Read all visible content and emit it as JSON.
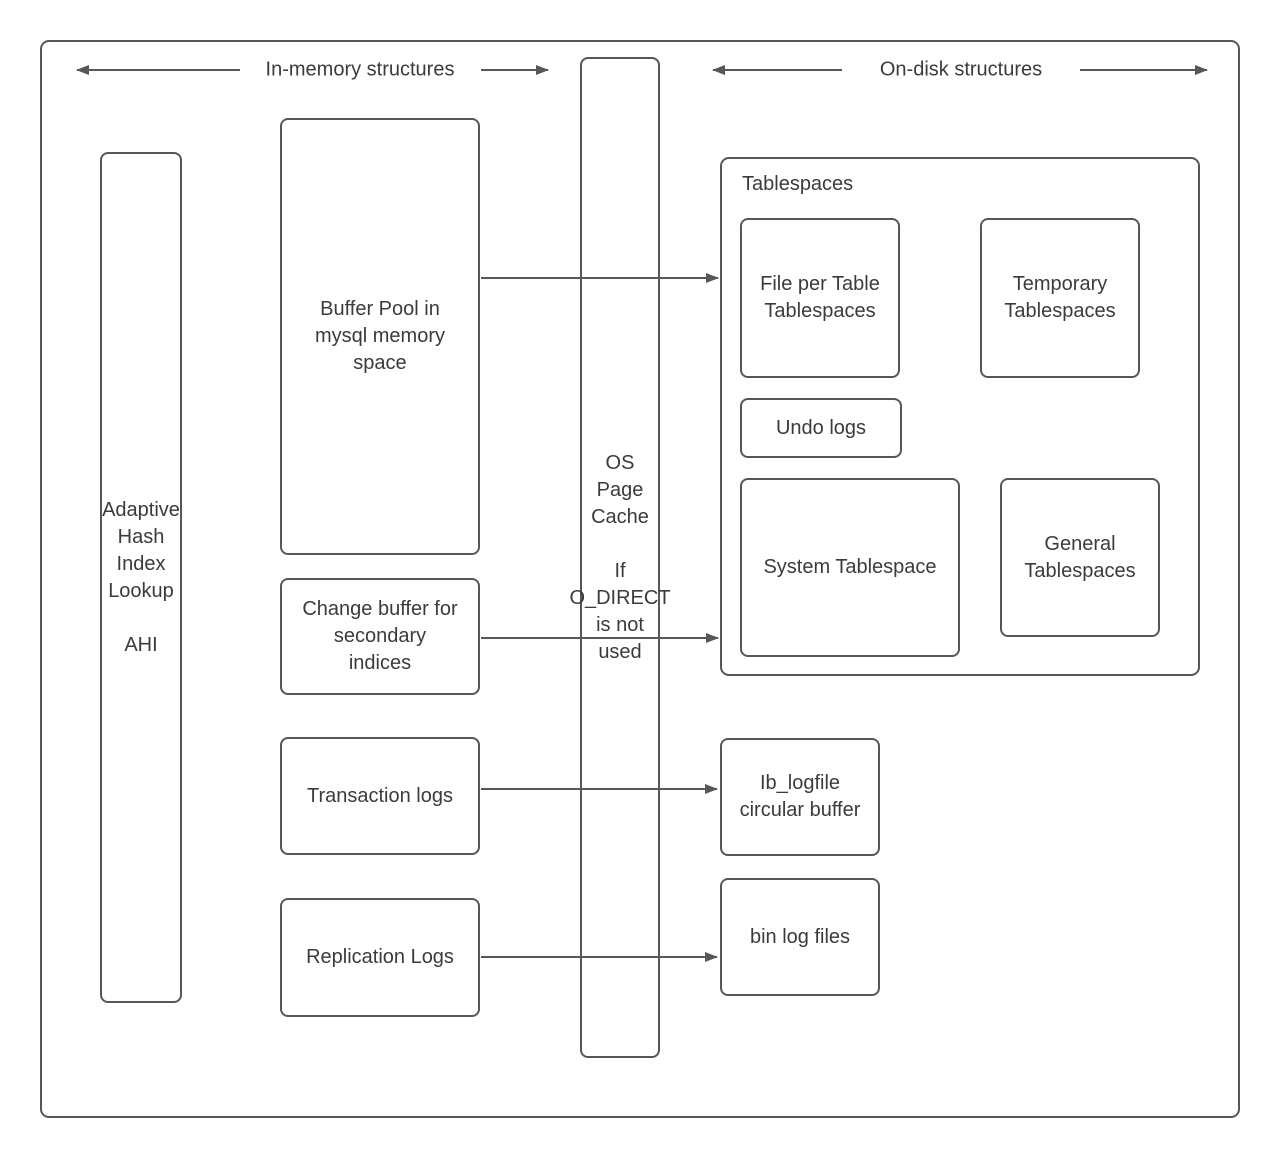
{
  "diagram": {
    "headers": {
      "in_memory": "In-memory structures",
      "on_disk": "On-disk structures"
    },
    "nodes": {
      "ahi": {
        "label": "Adaptive\nHash\nIndex\nLookup\n\nAHI"
      },
      "buffer_pool": {
        "label": "Buffer Pool in\nmysql memory\nspace"
      },
      "change_buffer": {
        "label": "Change buffer for\nsecondary\nindices"
      },
      "transaction_logs": {
        "label": "Transaction logs"
      },
      "replication_logs": {
        "label": "Replication Logs"
      },
      "os_page_cache": {
        "label": "OS\nPage\nCache\n\nIf\nO_DIRECT\nis not\nused"
      },
      "tablespaces": {
        "label": "Tablespaces"
      },
      "file_per_table": {
        "label": "File per Table\nTablespaces"
      },
      "temporary_tablespaces": {
        "label": "Temporary\nTablespaces"
      },
      "undo_logs": {
        "label": "Undo logs"
      },
      "system_tablespace": {
        "label": "System Tablespace"
      },
      "general_tablespaces": {
        "label": "General\nTablespaces"
      },
      "ib_logfile": {
        "label": "Ib_logfile\ncircular buffer"
      },
      "bin_log_files": {
        "label": "bin log files"
      }
    },
    "edges": [
      {
        "from": "buffer_pool",
        "to": "tablespaces"
      },
      {
        "from": "change_buffer",
        "to": "tablespaces"
      },
      {
        "from": "transaction_logs",
        "to": "ib_logfile"
      },
      {
        "from": "replication_logs",
        "to": "bin_log_files"
      }
    ],
    "colors": {
      "stroke": "#575757",
      "text": "#3b3b3b",
      "background": "#ffffff"
    }
  }
}
